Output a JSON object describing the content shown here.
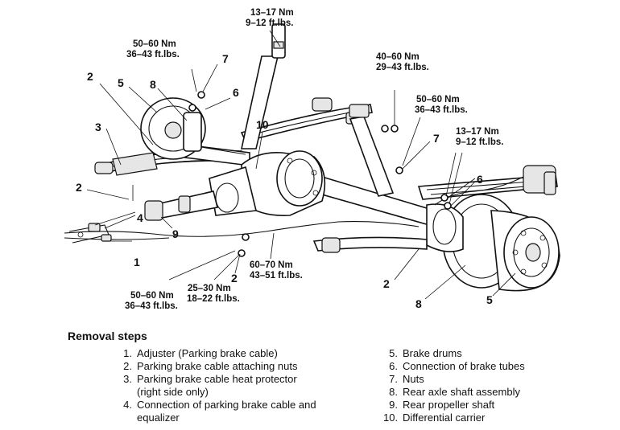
{
  "callouts": [
    {
      "id": "c1-bottom",
      "text": "1"
    },
    {
      "id": "c2-left",
      "text": "2"
    },
    {
      "id": "c2-upper",
      "text": "2"
    },
    {
      "id": "c2-center",
      "text": "2"
    },
    {
      "id": "c2-right",
      "text": "2"
    },
    {
      "id": "c3",
      "text": "3"
    },
    {
      "id": "c4",
      "text": "4"
    },
    {
      "id": "c5-upper",
      "text": "5"
    },
    {
      "id": "c5-lower",
      "text": "5"
    },
    {
      "id": "c6-upper",
      "text": "6"
    },
    {
      "id": "c6-right",
      "text": "6"
    },
    {
      "id": "c7-upper",
      "text": "7"
    },
    {
      "id": "c7-right",
      "text": "7"
    },
    {
      "id": "c8-upper",
      "text": "8"
    },
    {
      "id": "c8-lower",
      "text": "8"
    },
    {
      "id": "c9",
      "text": "9"
    },
    {
      "id": "c10",
      "text": "10"
    }
  ],
  "torques": [
    {
      "id": "t-top",
      "nm": "13–17 Nm",
      "ftlb": "9–12 ft.lbs."
    },
    {
      "id": "t-upper-left",
      "nm": "50–60 Nm",
      "ftlb": "36–43 ft.lbs."
    },
    {
      "id": "t-upper-right",
      "nm": "40–60 Nm",
      "ftlb": "29–43 ft.lbs."
    },
    {
      "id": "t-mid-right",
      "nm": "50–60 Nm",
      "ftlb": "36–43 ft.lbs."
    },
    {
      "id": "t-right",
      "nm": "13–17 Nm",
      "ftlb": "9–12 ft.lbs."
    },
    {
      "id": "t-bottom-left",
      "nm": "50–60 Nm",
      "ftlb": "36–43 ft.lbs."
    },
    {
      "id": "t-bottom-center",
      "nm": "25–30 Nm",
      "ftlb": "18–22 ft.lbs."
    },
    {
      "id": "t-bottom-right",
      "nm": "60–70 Nm",
      "ftlb": "43–51 ft.lbs."
    }
  ],
  "removal": {
    "title": "Removal steps",
    "left": [
      {
        "num": "1.",
        "lines": [
          "Adjuster (Parking brake cable)"
        ]
      },
      {
        "num": "2.",
        "lines": [
          "Parking brake cable attaching nuts"
        ]
      },
      {
        "num": "3.",
        "lines": [
          "Parking brake cable heat protector",
          "(right side only)"
        ]
      },
      {
        "num": "4.",
        "lines": [
          "Connection of parking brake cable and",
          "equalizer"
        ]
      }
    ],
    "right": [
      {
        "num": "5.",
        "lines": [
          "Brake drums"
        ]
      },
      {
        "num": "6.",
        "lines": [
          "Connection of brake tubes"
        ]
      },
      {
        "num": "7.",
        "lines": [
          "Nuts"
        ]
      },
      {
        "num": "8.",
        "lines": [
          "Rear axle shaft assembly"
        ]
      },
      {
        "num": "9.",
        "lines": [
          "Rear propeller shaft"
        ]
      },
      {
        "num": "10.",
        "lines": [
          "Differential carrier"
        ]
      }
    ]
  }
}
